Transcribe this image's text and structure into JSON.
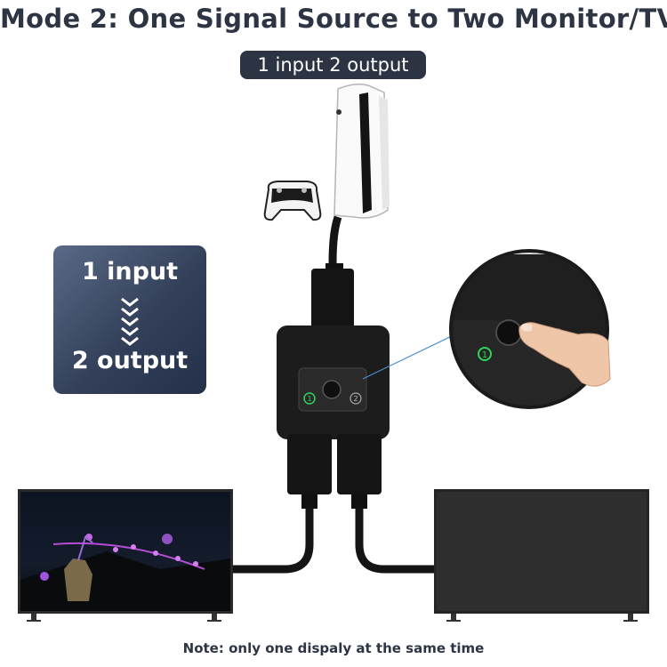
{
  "title": "Mode 2:  One Signal Source to Two Monitor/TV",
  "badge": "1 input 2 output",
  "io_box": {
    "top": "1 input",
    "bottom": "2 output"
  },
  "switch": {
    "port1": "1",
    "port2": "2"
  },
  "note": "Note:  only one dispaly at the same time",
  "colors": {
    "title": "#2d3544",
    "badge_bg": "#2c3444",
    "box_bg": "#3a4763",
    "led_green": "#2fd35a"
  },
  "icons": [
    "ps5-console-icon",
    "controller-icon",
    "hdmi-switch-icon",
    "tv-icon",
    "finger-press-icon"
  ]
}
